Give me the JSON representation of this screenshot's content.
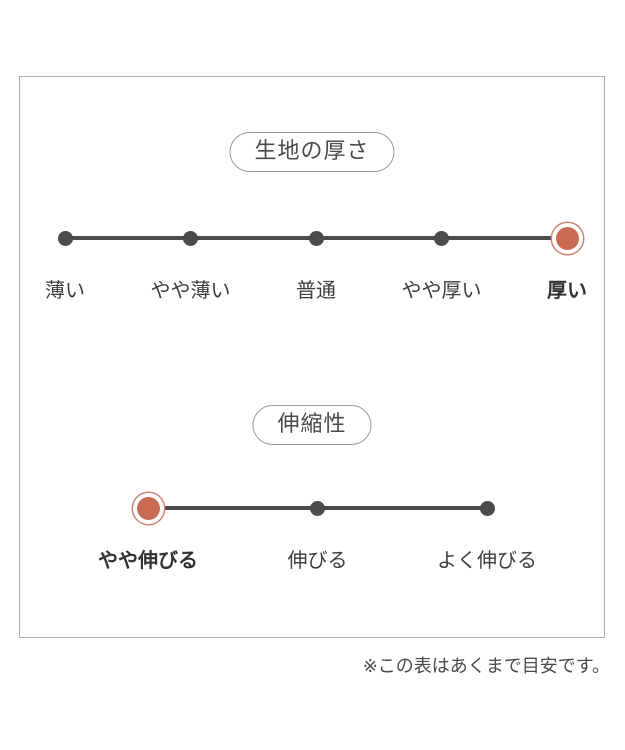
{
  "panel": {
    "scales": [
      {
        "title": "生地の厚さ",
        "selected_value": "厚い",
        "items": [
          {
            "label": "薄い",
            "selected": false
          },
          {
            "label": "やや薄い",
            "selected": false
          },
          {
            "label": "普通",
            "selected": false
          },
          {
            "label": "やや厚い",
            "selected": false
          },
          {
            "label": "厚い",
            "selected": true
          }
        ]
      },
      {
        "title": "伸縮性",
        "selected_value": "やや伸びる",
        "items": [
          {
            "label": "やや伸びる",
            "selected": true
          },
          {
            "label": "伸びる",
            "selected": false
          },
          {
            "label": "よく伸びる",
            "selected": false
          }
        ]
      }
    ]
  },
  "note": "※この表はあくまで目安です。",
  "colors": {
    "accent": "#c96a52",
    "accent_ring": "#cc8672",
    "dot_gray": "#4b4b4b",
    "border_gray": "#b0b0b2"
  }
}
